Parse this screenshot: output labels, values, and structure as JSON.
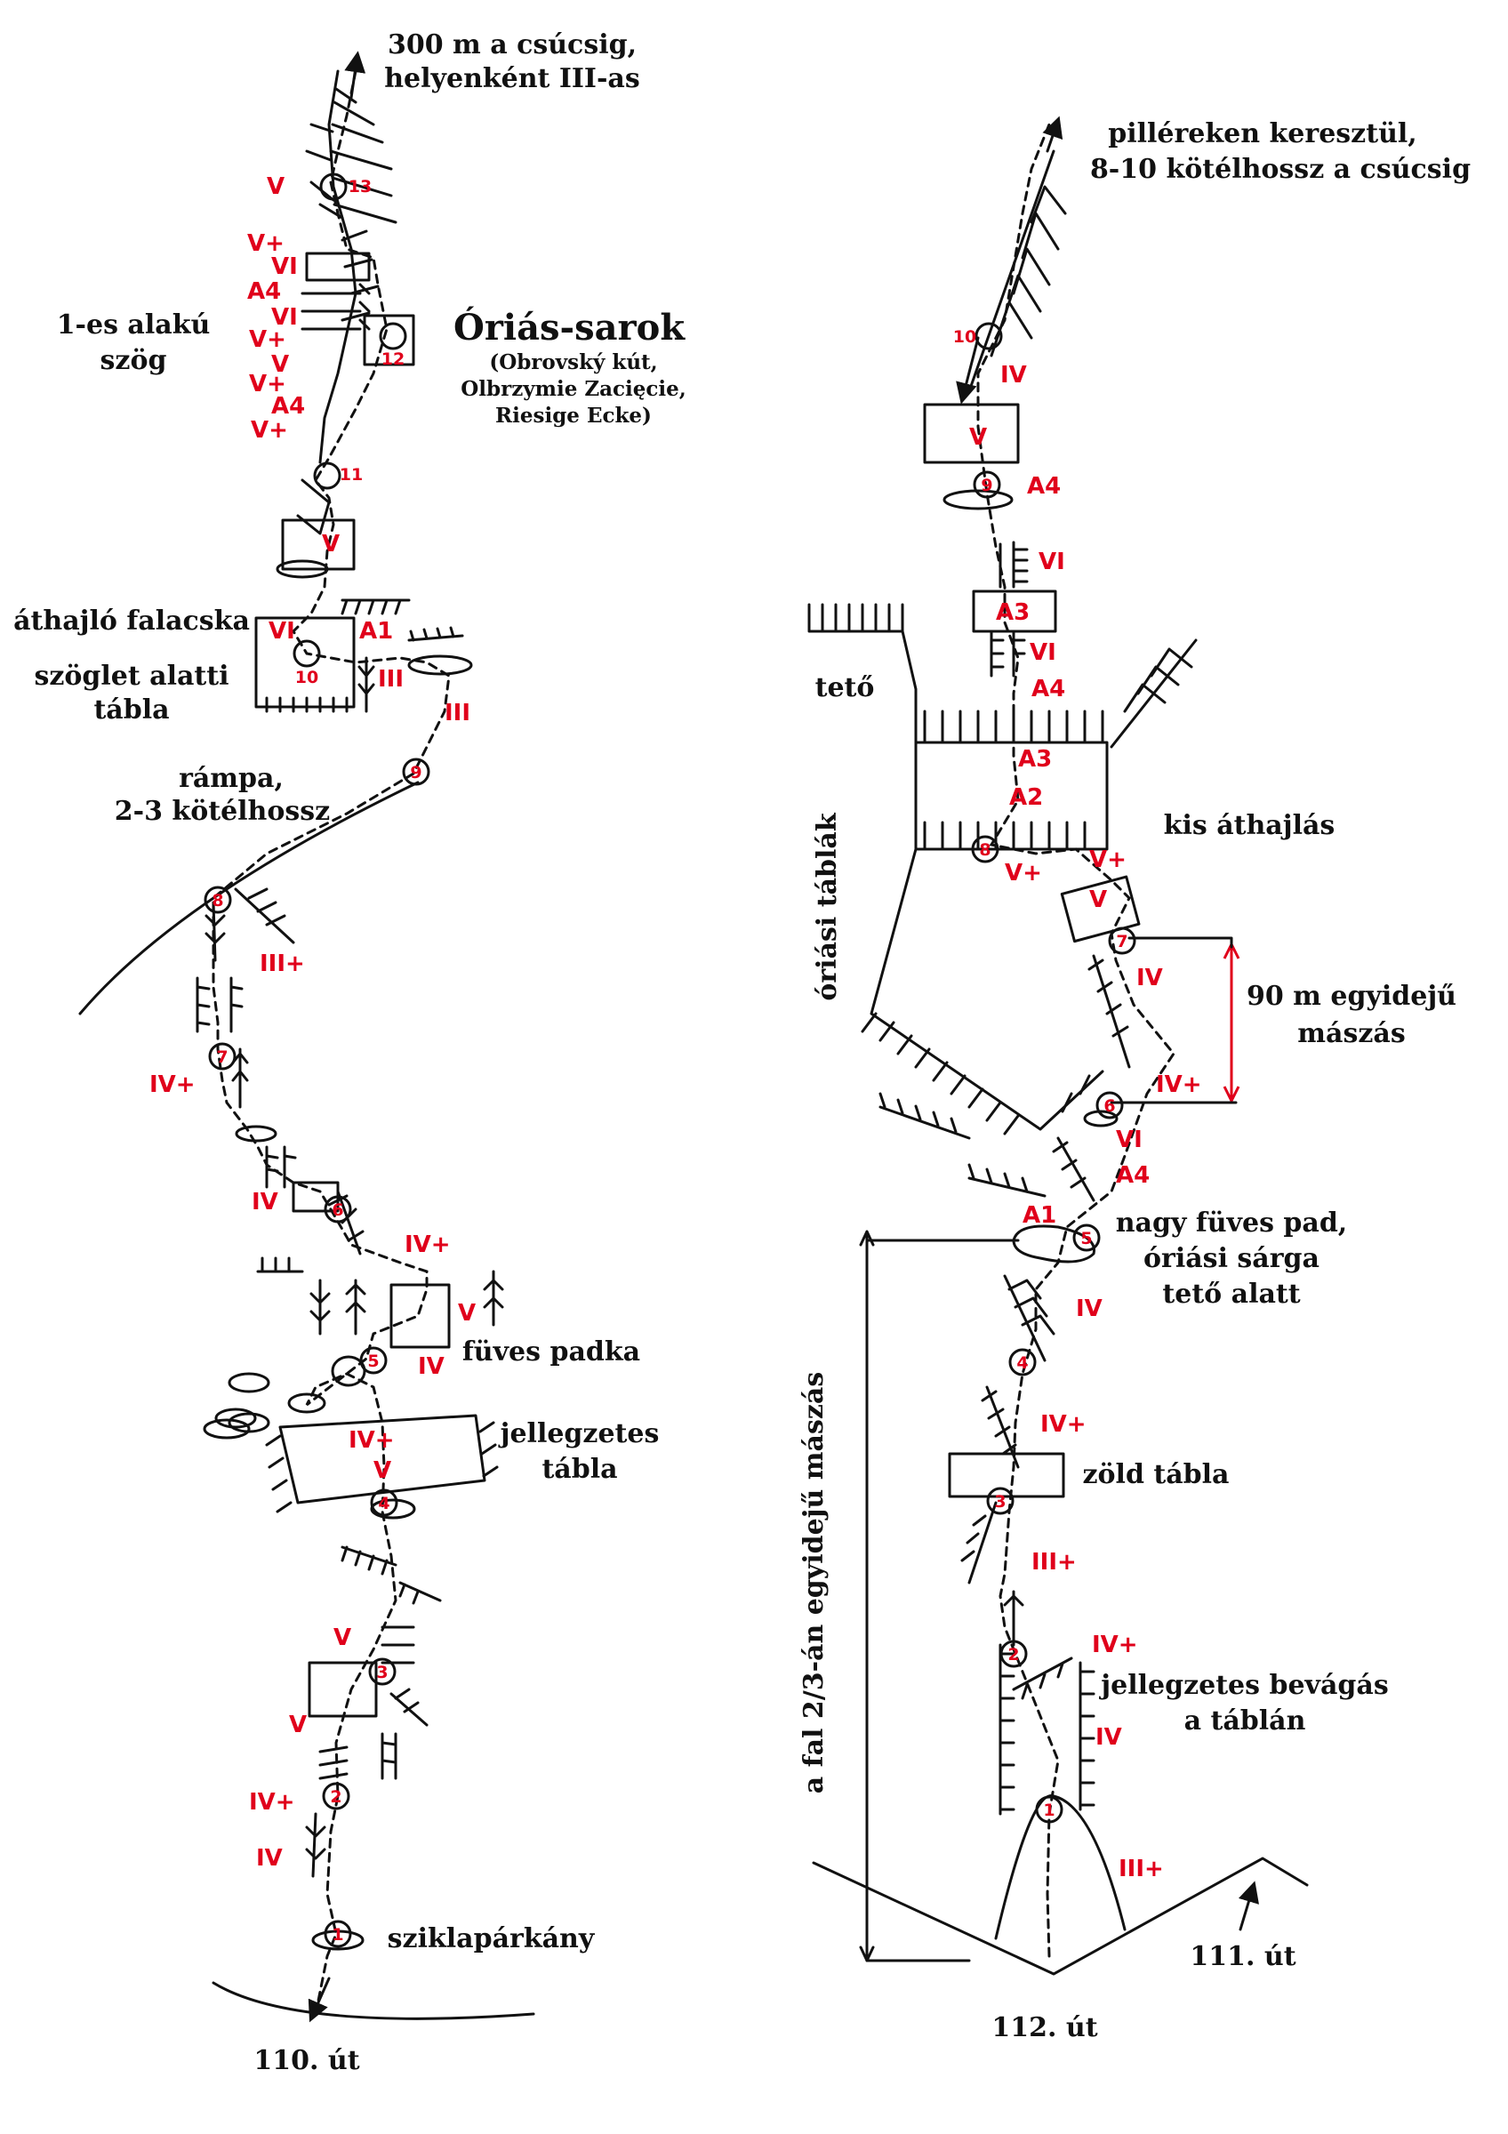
{
  "colors": {
    "ink": "#111111",
    "grade": "#e0001b"
  },
  "routes": [
    {
      "id": "110",
      "title": "110. út",
      "top_note": [
        "300 m a csúcsig,",
        "helyenként III-as"
      ],
      "feature_name": "Óriás-sarok",
      "feature_aliases": [
        "(Obrovský kút,",
        "Olbrzymie Zacięcie,",
        "Riesige Ecke)"
      ],
      "labels": [
        [
          "1-es alakú",
          "szög"
        ],
        [
          "áthajló falacska"
        ],
        [
          "szöglet alatti",
          "tábla"
        ],
        [
          "rámpa,",
          "2-3 kötélhossz"
        ],
        [
          "füves padka"
        ],
        [
          "jellegzetes",
          "tábla"
        ],
        [
          "sziklapárkány"
        ]
      ],
      "grades": [
        "V",
        "V+",
        "VI",
        "A4",
        "VI",
        "V+",
        "V",
        "V+",
        "A4",
        "V+",
        "V",
        "VI",
        "A1",
        "III",
        "III",
        "III+",
        "IV+",
        "IV",
        "IV+",
        "V",
        "IV",
        "IV+",
        "V",
        "V",
        "V",
        "IV+",
        "IV"
      ],
      "belays": [
        "1",
        "2",
        "3",
        "4",
        "5",
        "6",
        "7",
        "8",
        "9",
        "10",
        "11",
        "12",
        "13"
      ]
    },
    {
      "id": "112",
      "title": "112. út",
      "top_note": [
        "pilléreken keresztül,",
        "8-10 kötélhossz a csúcsig"
      ],
      "labels": [
        [
          "tető"
        ],
        [
          "óriási táblák"
        ],
        [
          "kis áthajlás"
        ],
        [
          "90 m egyidejű",
          "mászás"
        ],
        [
          "nagy füves pad,",
          "óriási sárga",
          "tető alatt"
        ],
        [
          "zöld tábla"
        ],
        [
          "jellegzetes bevágás",
          "a táblán"
        ],
        [
          "a fal 2/3-án egyidejű mászás"
        ]
      ],
      "grades": [
        "IV",
        "V",
        "A4",
        "VI",
        "A3",
        "VI",
        "A4",
        "A3",
        "A2",
        "V+",
        "V+",
        "V",
        "IV",
        "IV+",
        "VI",
        "A4",
        "A1",
        "IV",
        "IV+",
        "III+",
        "IV+",
        "IV",
        "III+"
      ],
      "belays": [
        "1",
        "2",
        "3",
        "4",
        "5",
        "6",
        "7",
        "8",
        "9",
        "10"
      ],
      "neighbor_route": "111. út"
    }
  ]
}
